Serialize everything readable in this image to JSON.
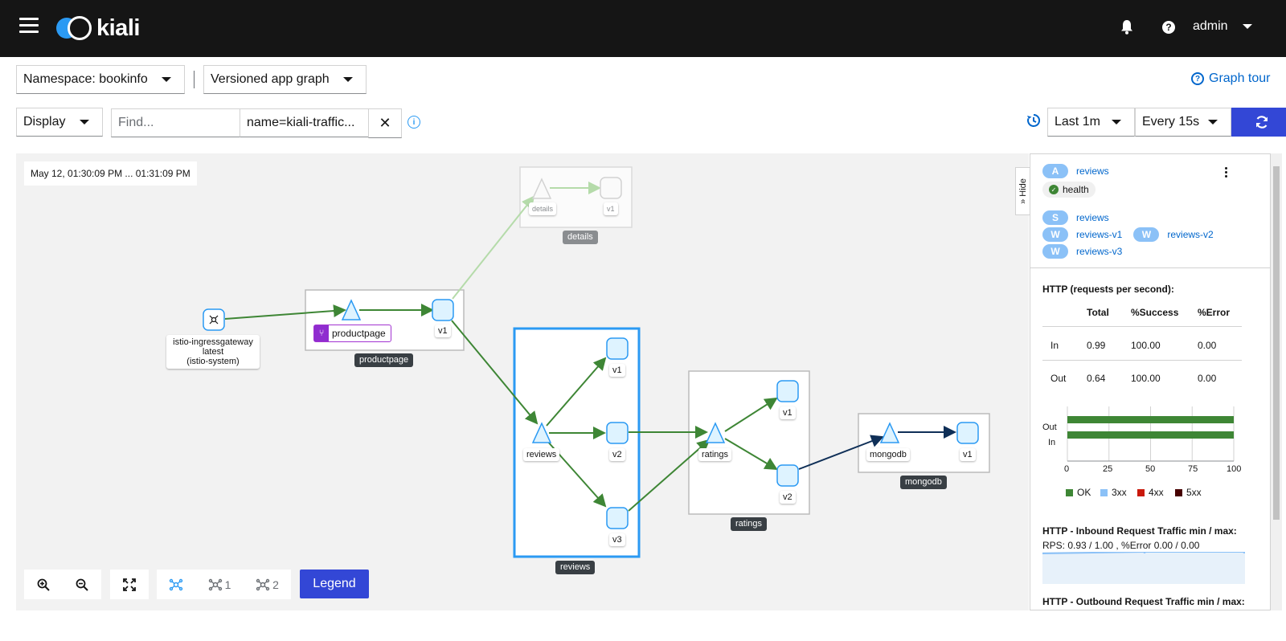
{
  "masthead": {
    "logo_text": "kiali",
    "user_name": "admin",
    "icons": {
      "menu": "hamburger-icon",
      "notifications": "bell-icon",
      "help": "question-circle-icon",
      "user_menu": "caret-down-icon"
    }
  },
  "toolbar": {
    "namespace_label": "Namespace: bookinfo",
    "graph_type_label": "Versioned app graph",
    "graph_tour_label": "Graph tour",
    "display_label": "Display",
    "find_placeholder": "Find...",
    "hide_value": "name=kiali-traffic...",
    "clear_label": "✕",
    "time_range_label": "Last 1m",
    "refresh_interval_label": "Every 15s"
  },
  "graph": {
    "timestamp": "May 12, 01:30:09 PM ... 01:31:09 PM",
    "nodes": {
      "gateway": [
        "istio-ingressgateway",
        "latest",
        "(istio-system)"
      ],
      "productpage_badge": "productpage",
      "productpage_v1": "v1",
      "details_service": "details",
      "details_v1": "v1",
      "reviews_service": "reviews",
      "reviews_v1": "v1",
      "reviews_v2": "v2",
      "reviews_v3": "v3",
      "ratings_service": "ratings",
      "ratings_v1": "v1",
      "ratings_v2": "v2",
      "mongodb_service": "mongodb",
      "mongodb_v1": "v1"
    },
    "boxes": {
      "details": "details",
      "productpage": "productpage",
      "reviews": "reviews",
      "ratings": "ratings",
      "mongodb": "mongodb"
    },
    "controls": {
      "layout1_label": "1",
      "layout2_label": "2",
      "legend_label": "Legend"
    }
  },
  "side_panel": {
    "hide_label": "Hide",
    "app_pill": "A",
    "app_name": "reviews",
    "health_label": "health",
    "service_pill": "S",
    "service_name": "reviews",
    "workload_pill": "W",
    "workloads": [
      "reviews-v1",
      "reviews-v2",
      "reviews-v3"
    ],
    "http_title": "HTTP (requests per second):",
    "table": {
      "headers": [
        "Total",
        "%Success",
        "%Error"
      ],
      "rows": [
        {
          "label": "In",
          "total": "0.99",
          "success": "100.00",
          "error": "0.00"
        },
        {
          "label": "Out",
          "total": "0.64",
          "success": "100.00",
          "error": "0.00"
        }
      ]
    },
    "bar_chart": {
      "categories": [
        "Out",
        "In"
      ],
      "ticks": [
        "0",
        "25",
        "50",
        "75",
        "100"
      ],
      "legend": [
        "OK",
        "3xx",
        "4xx",
        "5xx"
      ],
      "values_ok_pct": [
        100,
        100
      ]
    },
    "inbound_title": "HTTP - Inbound Request Traffic min / max:",
    "inbound_stats": "RPS: 0.93 / 1.00 , %Error 0.00 / 0.00",
    "outbound_title": "HTTP - Outbound Request Traffic min / max:"
  },
  "colors": {
    "masthead": "#151515",
    "primary": "#3347d6",
    "link": "#0066cc",
    "edge_ok": "#3e8635",
    "edge_tcp": "#0f2f57",
    "node_fill": "#def3ff",
    "node_stroke": "#2b9af3",
    "legend_ok": "#3e8635",
    "legend_3xx": "#8bc1f7",
    "legend_4xx": "#c9190b",
    "legend_5xx": "#470000"
  }
}
